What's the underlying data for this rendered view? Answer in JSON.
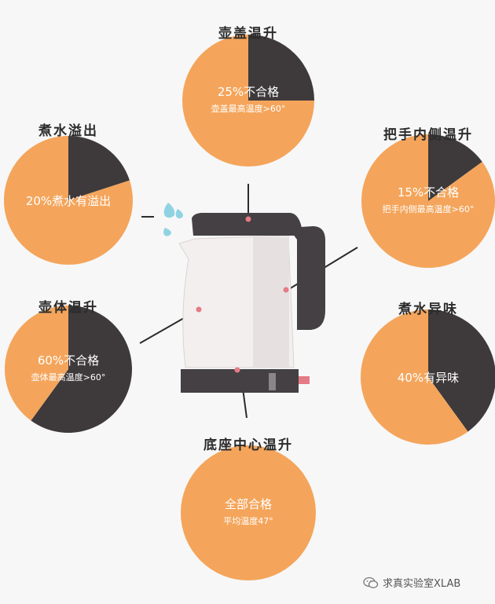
{
  "colors": {
    "orange": "#f4a55b",
    "dark": "#3e3a3b",
    "background": "#f7f7f7",
    "kettle_body": "#f3efee",
    "kettle_dark": "#444043",
    "marker": "#e57b86",
    "water": "#8fd3e3"
  },
  "chart_data": [
    {
      "type": "pie",
      "title": "壶盖温升",
      "main_label": "25%不合格",
      "sub_label": "壶盖最高温度>60°",
      "slices": [
        {
          "label": "不合格",
          "value": 25,
          "color": "#3e3a3b"
        },
        {
          "label": "",
          "value": 75,
          "color": "#f4a55b"
        }
      ]
    },
    {
      "type": "pie",
      "title": "煮水溢出",
      "main_label": "20%煮水有溢出",
      "sub_label": "",
      "slices": [
        {
          "label": "有溢出",
          "value": 20,
          "color": "#3e3a3b"
        },
        {
          "label": "",
          "value": 80,
          "color": "#f4a55b"
        }
      ]
    },
    {
      "type": "pie",
      "title": "把手内侧温升",
      "main_label": "15%不合格",
      "sub_label": "把手内侧最高温度>60°",
      "slices": [
        {
          "label": "不合格",
          "value": 15,
          "color": "#3e3a3b"
        },
        {
          "label": "",
          "value": 85,
          "color": "#f4a55b"
        }
      ]
    },
    {
      "type": "pie",
      "title": "壶体温升",
      "main_label": "60%不合格",
      "sub_label": "壶体最高温度>60°",
      "slices": [
        {
          "label": "不合格",
          "value": 60,
          "color": "#3e3a3b"
        },
        {
          "label": "",
          "value": 40,
          "color": "#f4a55b"
        }
      ]
    },
    {
      "type": "pie",
      "title": "煮水异味",
      "main_label": "40%有异味",
      "sub_label": "",
      "slices": [
        {
          "label": "有异味",
          "value": 40,
          "color": "#3e3a3b"
        },
        {
          "label": "",
          "value": 60,
          "color": "#f4a55b"
        }
      ]
    },
    {
      "type": "pie",
      "title": "底座中心温升",
      "main_label": "全部合格",
      "sub_label": "平均温度47°",
      "slices": [
        {
          "label": "合格",
          "value": 100,
          "color": "#f4a55b"
        }
      ]
    }
  ],
  "watermark": {
    "text": "求真实验室XLAB",
    "icon": "wechat-icon"
  }
}
